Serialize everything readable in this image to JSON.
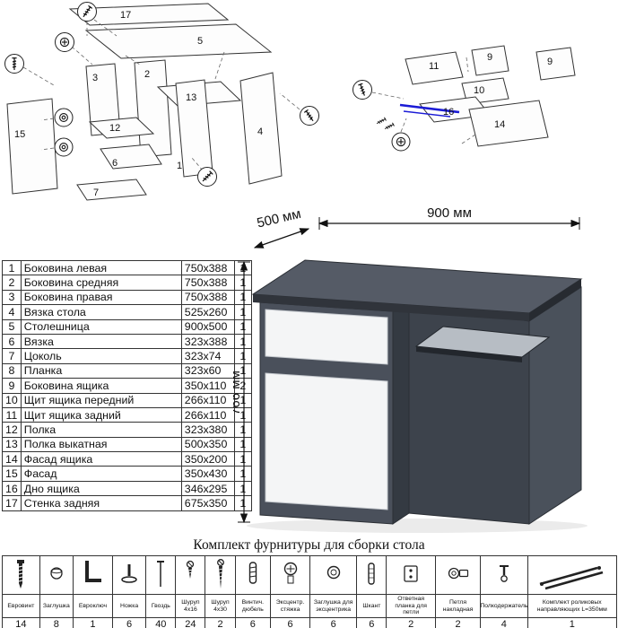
{
  "diagrams": {
    "left_labels": [
      "17",
      "5",
      "3",
      "2",
      "13",
      "15",
      "12",
      "6",
      "1",
      "7",
      "4"
    ],
    "right_labels": [
      "11",
      "9",
      "9",
      "10",
      "16",
      "14"
    ]
  },
  "desk": {
    "width_label": "900 мм",
    "depth_label": "500 мм",
    "height_label": "766 мм"
  },
  "colors": {
    "desk_body": "#4a505b",
    "desk_top": "#555b66",
    "front_white": "#f4f5f6",
    "guide_highlight_blue": "#1b1bd6"
  },
  "parts": {
    "rows": [
      {
        "num": "1",
        "name": "Боковина левая",
        "size": "750x388",
        "qty": "1"
      },
      {
        "num": "2",
        "name": "Боковина средняя",
        "size": "750x388",
        "qty": "1"
      },
      {
        "num": "3",
        "name": "Боковина правая",
        "size": "750x388",
        "qty": "1"
      },
      {
        "num": "4",
        "name": "Вязка стола",
        "size": "525x260",
        "qty": "1"
      },
      {
        "num": "5",
        "name": "Столешница",
        "size": "900x500",
        "qty": "1"
      },
      {
        "num": "6",
        "name": "Вязка",
        "size": "323x388",
        "qty": "1"
      },
      {
        "num": "7",
        "name": "Цоколь",
        "size": "323x74",
        "qty": "1"
      },
      {
        "num": "8",
        "name": "Планка",
        "size": "323x60",
        "qty": "1"
      },
      {
        "num": "9",
        "name": "Боковина ящика",
        "size": "350x110",
        "qty": "2"
      },
      {
        "num": "10",
        "name": "Щит ящика передний",
        "size": "266x110",
        "qty": "1"
      },
      {
        "num": "11",
        "name": "Щит ящика задний",
        "size": "266x110",
        "qty": "1"
      },
      {
        "num": "12",
        "name": "Полка",
        "size": "323x380",
        "qty": "1"
      },
      {
        "num": "13",
        "name": "Полка выкатная",
        "size": "500x350",
        "qty": "1"
      },
      {
        "num": "14",
        "name": "Фасад ящика",
        "size": "350x200",
        "qty": "1"
      },
      {
        "num": "15",
        "name": "Фасад",
        "size": "350x430",
        "qty": "1"
      },
      {
        "num": "16",
        "name": "Дно ящика",
        "size": "346x295",
        "qty": "1"
      },
      {
        "num": "17",
        "name": "Стенка задняя",
        "size": "675x350",
        "qty": "1"
      }
    ]
  },
  "hardware": {
    "title": "Комплект фурнитуры для сборки стола",
    "items": [
      {
        "name": "Евровинт",
        "qty": "14",
        "icon": "confirmat-screw-icon"
      },
      {
        "name": "Заглушка",
        "qty": "8",
        "icon": "cap-icon"
      },
      {
        "name": "Евроключ",
        "qty": "1",
        "icon": "hex-key-icon"
      },
      {
        "name": "Ножка",
        "qty": "6",
        "icon": "furniture-leg-icon"
      },
      {
        "name": "Гвоздь",
        "qty": "40",
        "icon": "nail-icon"
      },
      {
        "name": "Шуруп 4x16",
        "qty": "24",
        "icon": "screw-short-icon"
      },
      {
        "name": "Шуруп 4x30",
        "qty": "2",
        "icon": "screw-long-icon"
      },
      {
        "name": "Винтич. дюбель",
        "qty": "6",
        "icon": "dowel-bolt-icon"
      },
      {
        "name": "Эксцентр. стяжка",
        "qty": "6",
        "icon": "cam-lock-icon"
      },
      {
        "name": "Заглушка для эксцентрика",
        "qty": "6",
        "icon": "cam-cap-icon"
      },
      {
        "name": "Шкант",
        "qty": "6",
        "icon": "wood-dowel-icon"
      },
      {
        "name": "Ответная планка для петли",
        "qty": "2",
        "icon": "strike-plate-icon"
      },
      {
        "name": "Петля накладная",
        "qty": "2",
        "icon": "hinge-icon"
      },
      {
        "name": "Полкодержатель",
        "qty": "4",
        "icon": "shelf-pin-icon"
      },
      {
        "name": "Комплект роликовых направляющих L=350мм",
        "qty": "1",
        "icon": "drawer-slides-icon"
      }
    ]
  }
}
